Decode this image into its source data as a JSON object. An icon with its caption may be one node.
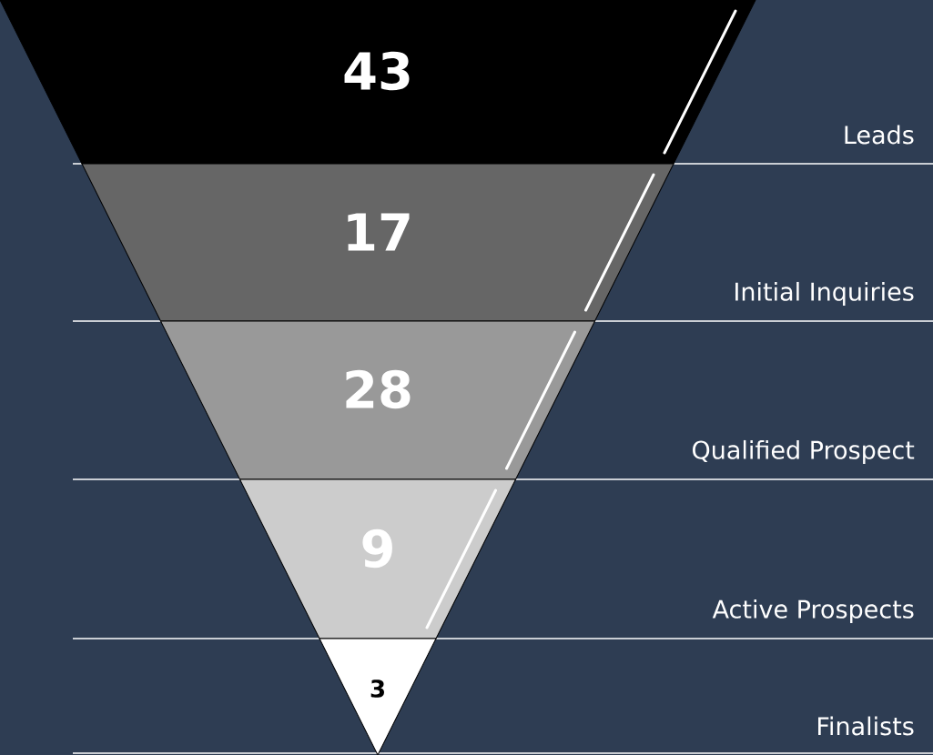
{
  "diagram": {
    "nodes": [
      {
        "text": [
          "43"
        ]
      },
      {
        "text": [
          "17"
        ]
      },
      {
        "text": [
          "28"
        ]
      },
      {
        "text": [
          "9"
        ]
      },
      {
        "text": [
          "3"
        ]
      }
    ],
    "labels": [
      "Leads",
      "Initial Inquiries",
      "Qualified Prospect",
      "Active Prospects",
      "Finalists"
    ]
  }
}
